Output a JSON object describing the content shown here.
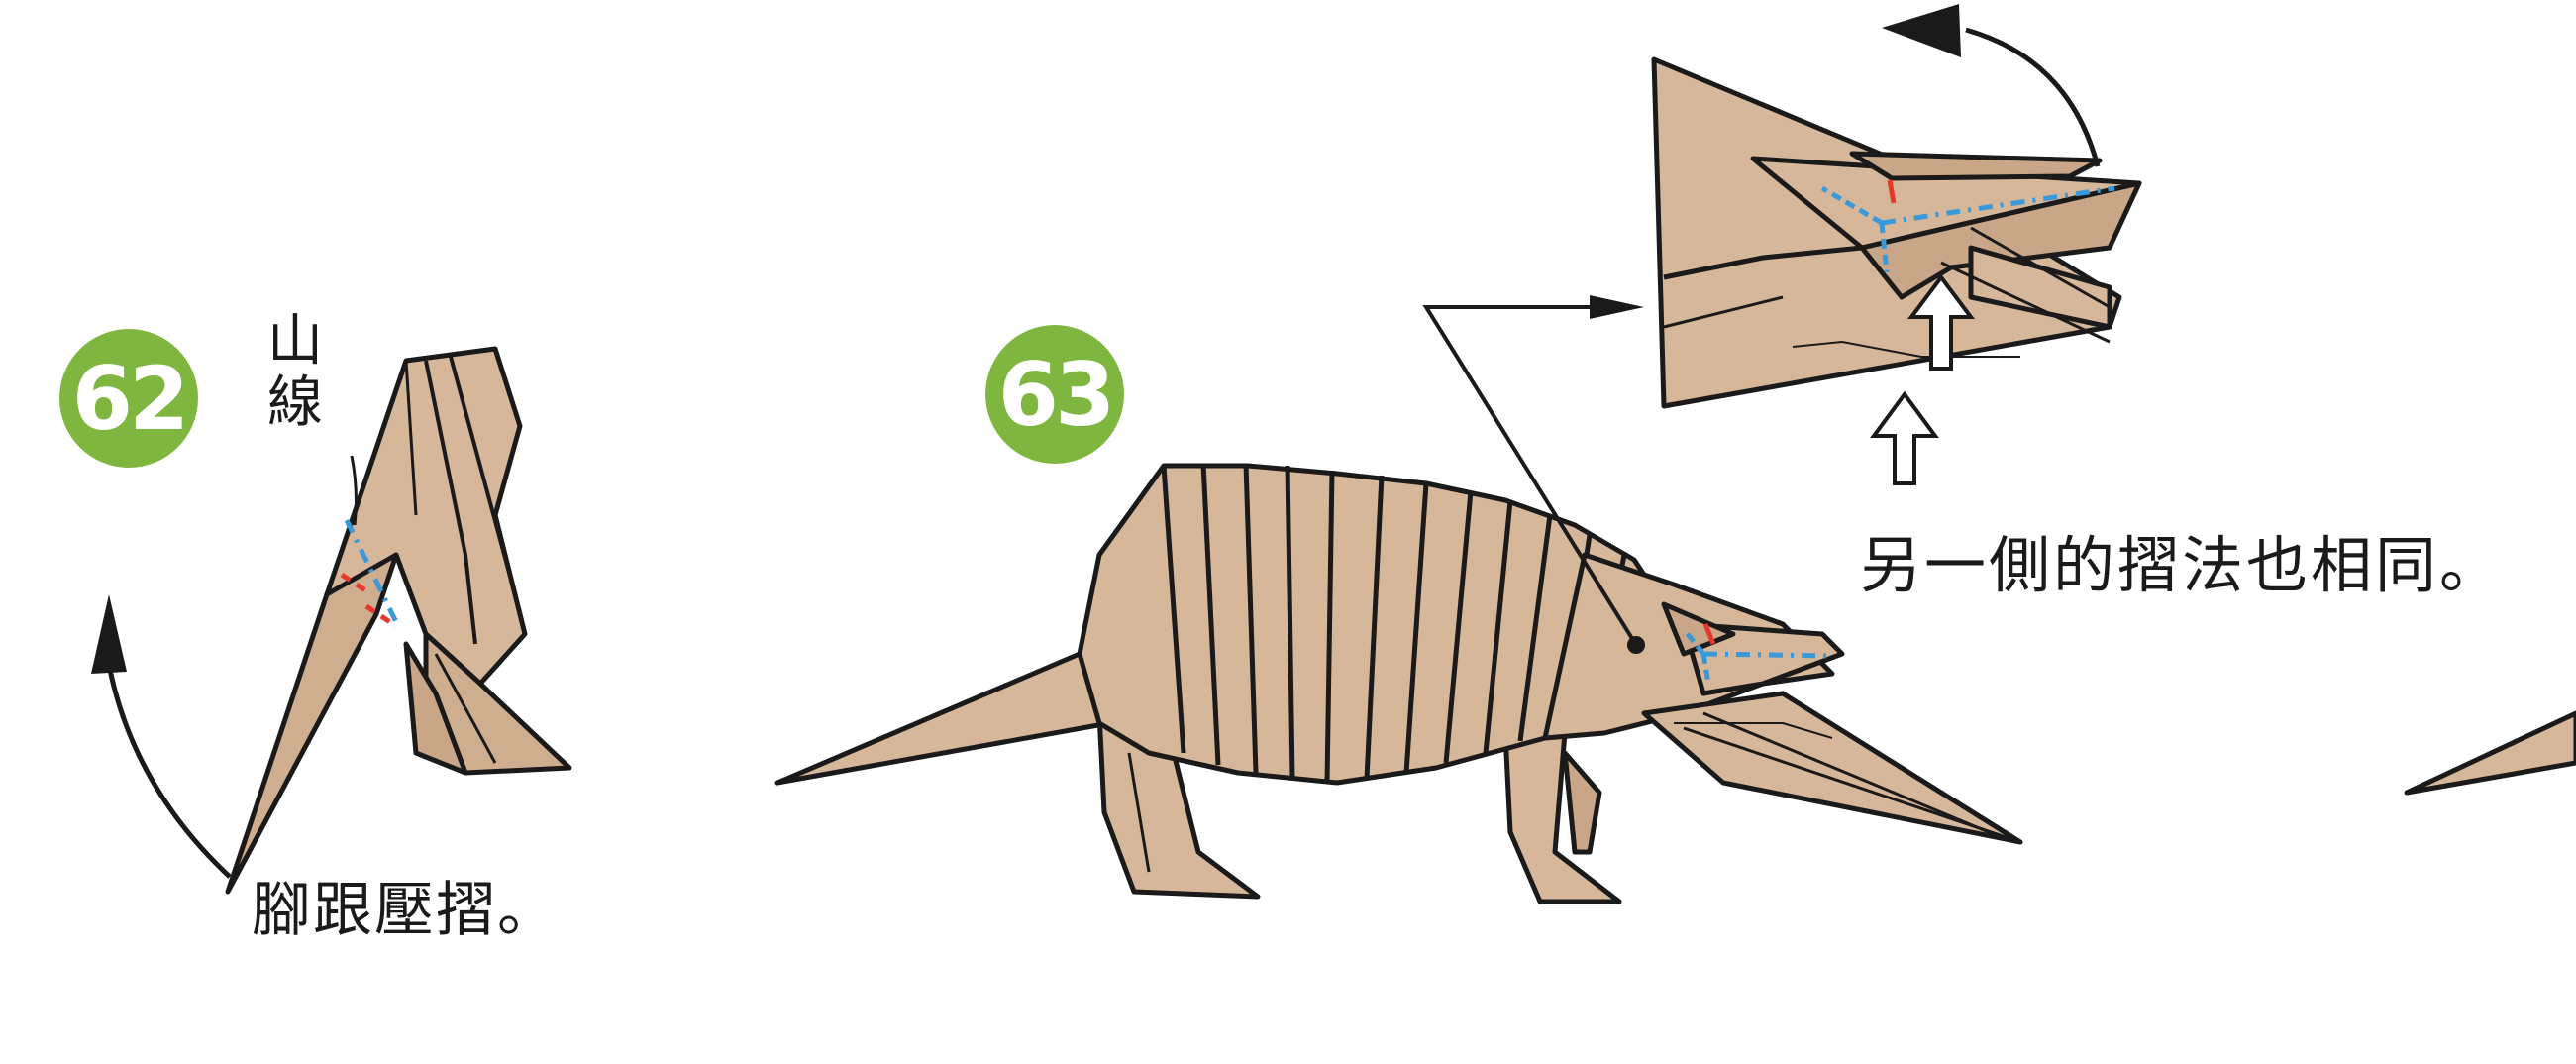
{
  "steps": [
    {
      "number": "62",
      "labels": {
        "mountain_fold": "山線"
      },
      "caption": "腳跟壓摺。"
    },
    {
      "number": "63",
      "caption": "另一側的摺法也相同。"
    }
  ],
  "colors": {
    "badge": "#7fb640",
    "paper": "#d7b79a",
    "paper_dark": "#c9a687",
    "outline": "#1a1a1a",
    "valley_fold_line": "#e53a2b",
    "mountain_fold_line": "#3a9ad9"
  }
}
